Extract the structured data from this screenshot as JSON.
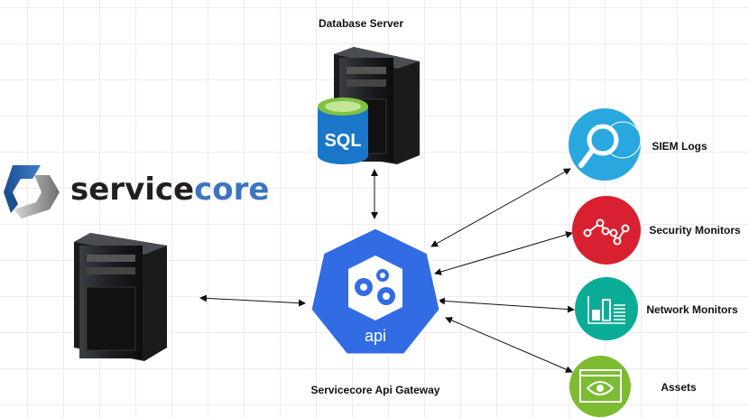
{
  "title": "Database Server",
  "database": {
    "label": "Database Server",
    "badge": "SQL"
  },
  "brand": {
    "part1": "service",
    "part2": "core",
    "colors": {
      "dark": "#231f20",
      "accent": "#3d74c0"
    }
  },
  "gateway": {
    "label": "Servicecore Api Gateway",
    "icon_text": "api",
    "color": "#326ce5"
  },
  "services": [
    {
      "label": "SIEM Logs",
      "icon": "magnifier-globe-icon",
      "color": "#29a8e0"
    },
    {
      "label": "Security Monitors",
      "icon": "line-chart-icon",
      "color": "#d92030"
    },
    {
      "label": "Network Monitors",
      "icon": "bar-chart-icon",
      "color": "#0aac96"
    },
    {
      "label": "Assets",
      "icon": "eye-window-icon",
      "color": "#7cbb32"
    }
  ]
}
